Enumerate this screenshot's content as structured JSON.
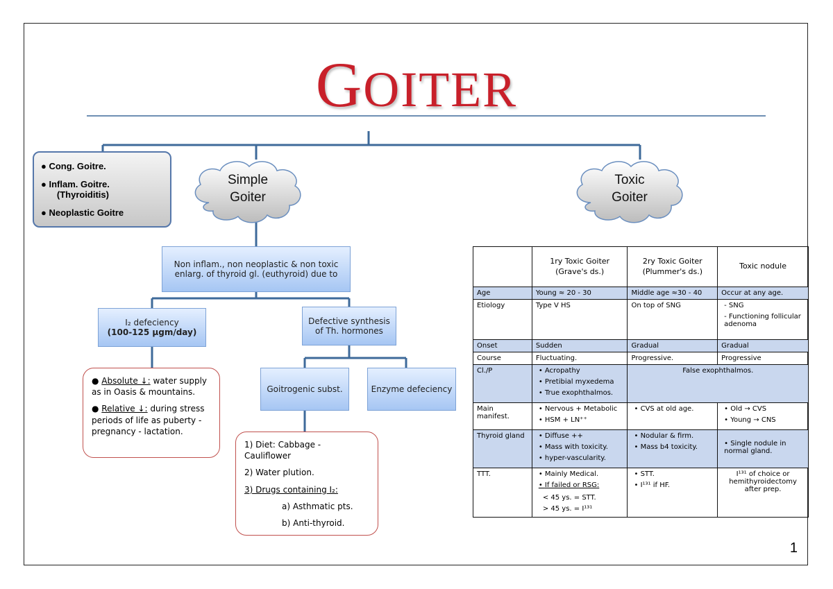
{
  "title": {
    "initial": "G",
    "rest": "OITER"
  },
  "left_box": {
    "items": [
      "Cong. Goitre.",
      "Inflam. Goitre.",
      "(Thyroiditis)",
      "Neoplastic Goitre"
    ]
  },
  "simple_cloud": {
    "line1": "Simple",
    "line2": "Goiter"
  },
  "toxic_cloud": {
    "line1": "Toxic",
    "line2": "Goiter"
  },
  "non_inflam_box": {
    "line1": "Non inflam., non neoplastic & non toxic",
    "line2": "enlarg. of thyroid gl. (euthyroid) due to"
  },
  "i2_box": {
    "line1": "I₂ defeciency",
    "line2": "(100-125 μgm/day)"
  },
  "defective_box": {
    "line1": "Defective synthesis",
    "line2": "of Th. hormones"
  },
  "goitrogenic_box": {
    "label": "Goitrogenic subst."
  },
  "enzyme_box": {
    "label": "Enzyme defeciency"
  },
  "absolute_box": {
    "abs_label": "Absolute ↓:",
    "abs_text": "water supply as in Oasis & mountains.",
    "rel_label": "Relative ↓:",
    "rel_text": "during stress periods of life as puberty - pregnancy - lactation."
  },
  "diet_box": {
    "line1": "1) Diet: Cabbage - Cauliflower",
    "line2": "2) Water plution.",
    "line3": "3) Drugs containing I₂:",
    "line4": "a) Asthmatic pts.",
    "line5": "b) Anti-thyroid."
  },
  "table": {
    "headers": [
      "1ry Toxic Goiter (Grave's ds.)",
      "2ry Toxic Goiter (Plummer's ds.)",
      "Toxic nodule"
    ],
    "age": {
      "label": "Age",
      "c1": "Young ≈ 20 - 30",
      "c2": "Middle age ≈30 - 40",
      "c3": "Occur at any age."
    },
    "etiology": {
      "label": "Etiology",
      "c1": "Type V HS",
      "c2": "On top of SNG",
      "c3a": "SNG",
      "c3b": "Functioning follicular adenoma"
    },
    "onset": {
      "label": "Onset",
      "c1": "Sudden",
      "c2": "Gradual",
      "c3": "Gradual"
    },
    "course": {
      "label": "Course",
      "c1": "Fluctuating.",
      "c2": "Progressive.",
      "c3": "Progressive"
    },
    "clp": {
      "label": "Cl./P",
      "c1a": "Acropathy",
      "c1b": "Pretibial myxedema",
      "c1c": "True exophthalmos.",
      "c23": "False exophthalmos."
    },
    "main": {
      "label": "Main manifest.",
      "c1a": "Nervous + Metabolic",
      "c1b": "HSM + LN⁺⁺",
      "c2": "CVS at old age.",
      "c3a": "Old → CVS",
      "c3b": "Young → CNS"
    },
    "thyroid": {
      "label": "Thyroid gland",
      "c1a": "Diffuse ++",
      "c1b": "Mass with toxicity.",
      "c1c": "hyper-vascularity.",
      "c2a": "Nodular & firm.",
      "c2b": "Mass b4 toxicity.",
      "c3": "Single nodule in normal gland."
    },
    "ttt": {
      "label": "TTT.",
      "c1a": "Mainly Medical.",
      "c1b": "If failed or RSG:",
      "c1c": "< 45 ys. = STT.",
      "c1d": "> 45 ys. = I¹³¹",
      "c2a": "STT.",
      "c2b": "I¹³¹ if HF.",
      "c3": "I¹³¹ of choice or hemithyroidectomy after prep."
    }
  },
  "page_number": "1",
  "colors": {
    "title": "#c8202a",
    "connector": "#3e6a9a",
    "box_border": "#c0504d"
  }
}
